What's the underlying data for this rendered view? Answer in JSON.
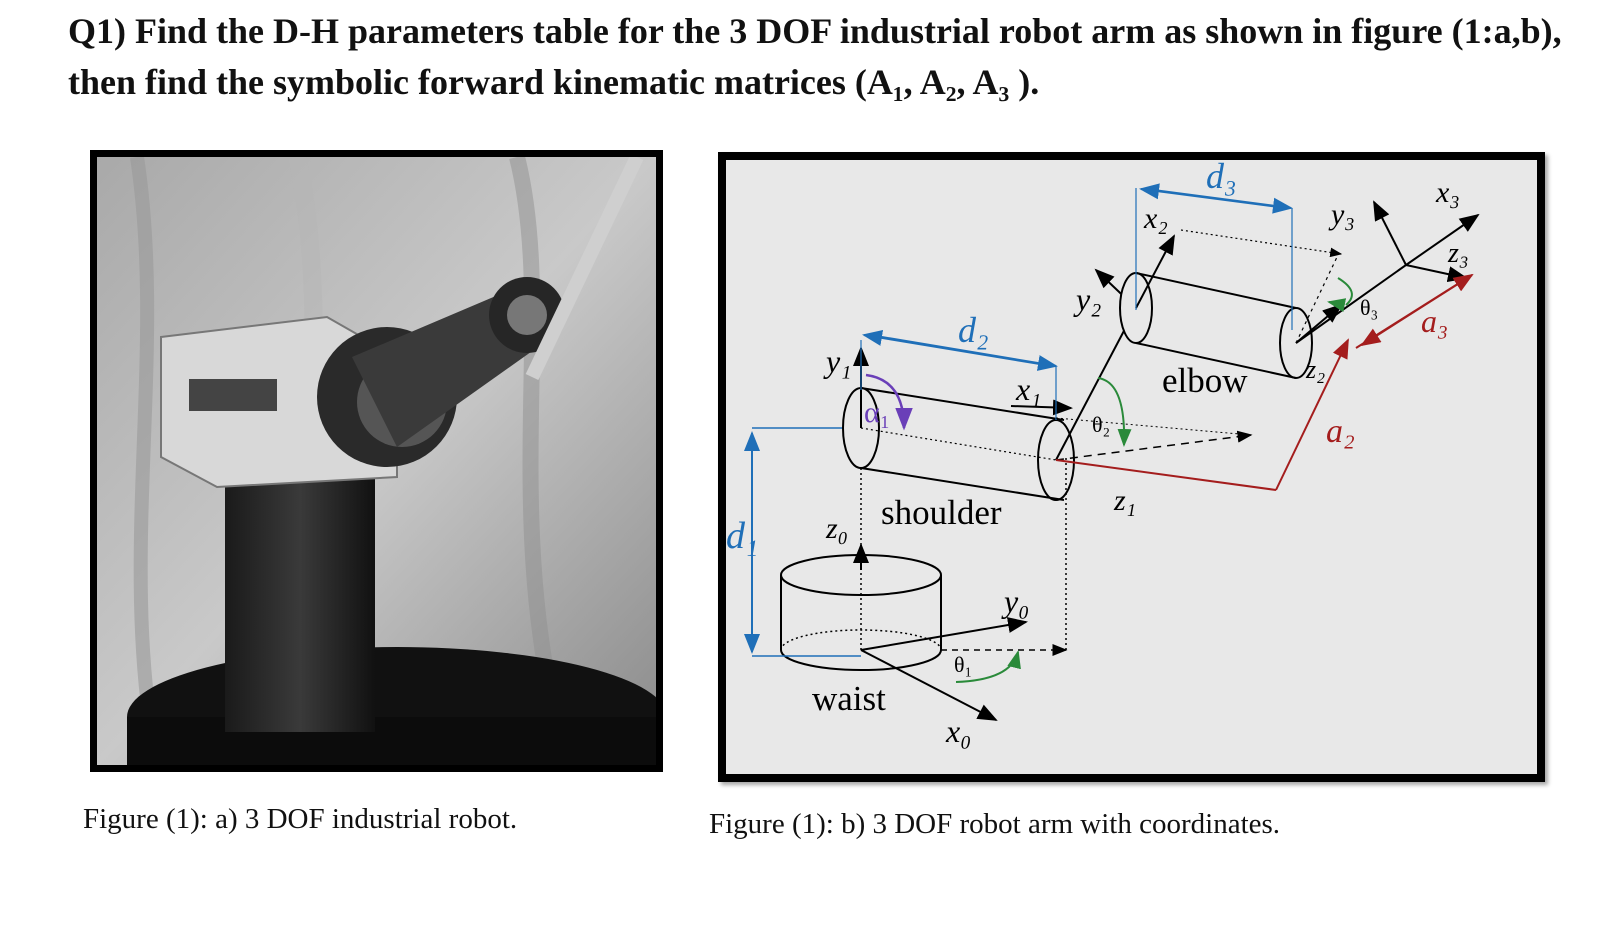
{
  "question": {
    "text": "Q1) Find the D-H parameters table for the 3 DOF industrial robot arm as shown in figure (1:a,b), then find the symbolic forward kinematic matrices (A₁, A₂, A₃ )."
  },
  "figure_a": {
    "caption": "Figure (1): a) 3 DOF industrial robot."
  },
  "figure_b": {
    "caption": "Figure (1): b) 3 DOF robot arm with coordinates.",
    "labels": {
      "waist": "waist",
      "shoulder": "shoulder",
      "elbow": "elbow",
      "d1": "d₁",
      "d2": "d₂",
      "d3": "d₃",
      "a2": "a₂",
      "a3": "a₃",
      "y1": "y₁",
      "x1": "x₁",
      "z1": "z₁",
      "y0": "y₀",
      "x0": "x₀",
      "z0": "z₀",
      "y2": "y₂",
      "x2": "x₂",
      "z2": "z₂",
      "y3": "y₃",
      "x3": "x₃",
      "z3": "z₃",
      "alpha1": "α₁",
      "theta1": "θ₁",
      "theta2": "θ₂",
      "theta3": "θ₃"
    },
    "colors": {
      "dimension_blue": "#1f6fb8",
      "link_red": "#a41d1d",
      "rotation_green": "#2a8a3a",
      "alpha_purple": "#6a3fb8"
    }
  }
}
